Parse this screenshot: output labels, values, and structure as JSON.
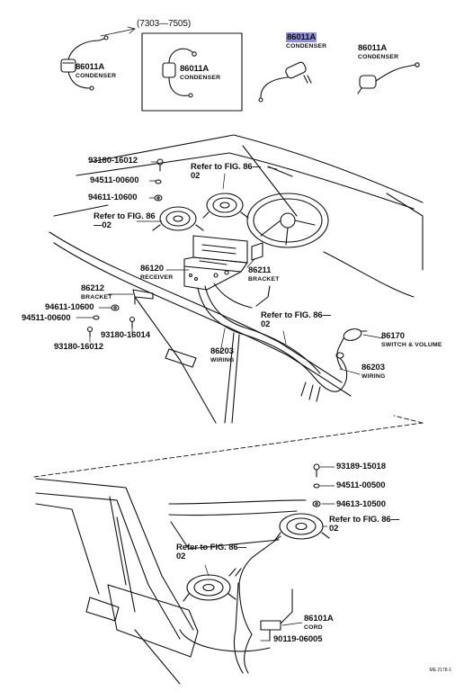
{
  "top_section": {
    "range_label": "(7303—7505)",
    "condensers": [
      {
        "part": "86011A",
        "name": "CONDENSER"
      },
      {
        "part": "86011A",
        "name": "CONDENSER"
      },
      {
        "part": "86011A",
        "name": "CONDENSER",
        "highlighted": true
      },
      {
        "part": "86011A",
        "name": "CONDENSER"
      }
    ]
  },
  "dash_section": {
    "parts": [
      {
        "part": "93180-16012"
      },
      {
        "part": "94511-00600"
      },
      {
        "part": "94611-10600"
      },
      {
        "part": "86120",
        "name": "RECEIVER"
      },
      {
        "part": "86211",
        "name": "BRACKET"
      },
      {
        "part": "86212",
        "name": "BRACKET"
      },
      {
        "part": "94611-10600"
      },
      {
        "part": "94511-00600"
      },
      {
        "part": "93180-16014"
      },
      {
        "part": "93180-16012"
      },
      {
        "part": "86203",
        "name": "WIRING"
      },
      {
        "part": "86170",
        "name": "SWITCH & VOLUME"
      },
      {
        "part": "86203",
        "name": "WIRING"
      }
    ],
    "refs": [
      "Refer to FIG. 86—02",
      "Refer to FIG. 86—02",
      "Refer to FIG. 86—02"
    ]
  },
  "rear_section": {
    "parts": [
      {
        "part": "93189-15018"
      },
      {
        "part": "94511-00500"
      },
      {
        "part": "94613-10500"
      },
      {
        "part": "86101A",
        "name": "CORD"
      },
      {
        "part": "90119-06005"
      }
    ],
    "refs": [
      "Refer to FIG. 86—02",
      "Refer to FIG. 86—02"
    ]
  },
  "diagram_code": "ME 2178-1",
  "colors": {
    "highlight": "#8f8fd6",
    "ink": "#111111"
  }
}
